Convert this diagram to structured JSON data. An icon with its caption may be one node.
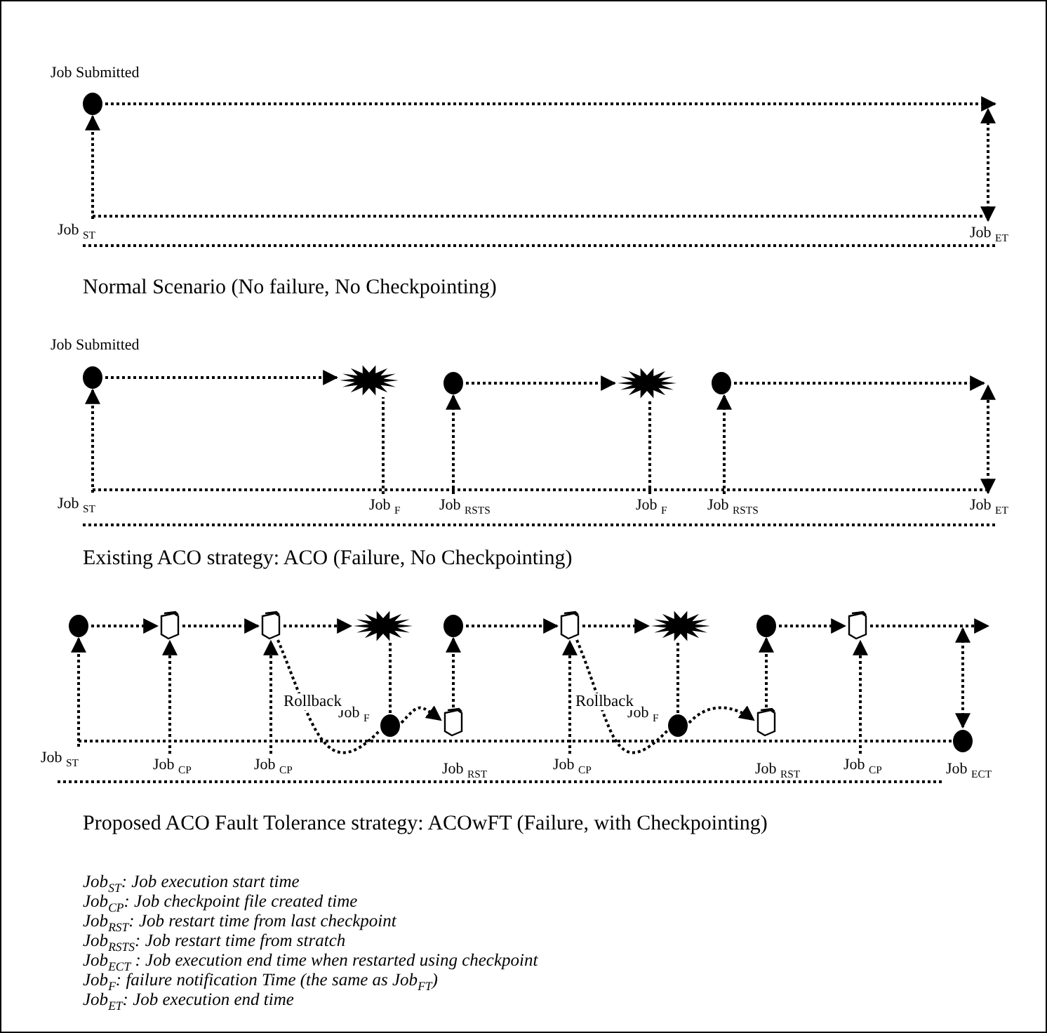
{
  "diagram": {
    "nodes": [
      {
        "text": [],
        "shape": "circle",
        "beside": [
          "Job Submitted"
        ]
      },
      {
        "text": [
          "Job $_{ST}$"
        ]
      },
      {
        "text": [
          "Job $_{ET}$"
        ]
      },
      {
        "text": [],
        "shape": "circle",
        "beside": [
          "Job Submitted"
        ]
      },
      {
        "text": [],
        "shape": "star"
      },
      {
        "text": [],
        "shape": "circle"
      },
      {
        "text": [],
        "shape": "star"
      },
      {
        "text": [],
        "shape": "circle"
      },
      {
        "text": [
          "Job $_{ST}$"
        ]
      },
      {
        "text": [
          "Job $_{F}$"
        ]
      },
      {
        "text": [
          "Job $_{RSTS}$"
        ]
      },
      {
        "text": [
          "Job $_{F}$"
        ]
      },
      {
        "text": [
          "Job $_{RSTS}$"
        ]
      },
      {
        "text": [
          "Job $_{ET}$"
        ]
      },
      {
        "text": [],
        "shape": "circle"
      },
      {
        "text": [],
        "shape": "document"
      },
      {
        "text": [],
        "shape": "document"
      },
      {
        "text": [],
        "shape": "star"
      },
      {
        "text": [],
        "shape": "circle"
      },
      {
        "text": [],
        "shape": "document"
      },
      {
        "text": [],
        "shape": "star"
      },
      {
        "text": [],
        "shape": "circle"
      },
      {
        "text": [],
        "shape": "document"
      },
      {
        "text": [
          "Job $_{ST}$"
        ]
      },
      {
        "text": [
          "Job $_{CP}$"
        ]
      },
      {
        "text": [
          "Job $_{CP}$"
        ]
      },
      {
        "text": [],
        "shape": "circle",
        "beside": [
          "Job $_{F}$"
        ]
      },
      {
        "text": [],
        "shape": "document",
        "beside": [
          "Job $_{RST}$"
        ]
      },
      {
        "text": [
          "Job $_{CP}$"
        ]
      },
      {
        "text": [],
        "shape": "circle",
        "beside": [
          "Job $_{F}$"
        ]
      },
      {
        "text": [],
        "shape": "document",
        "beside": [
          "Job $_{RST}$"
        ]
      },
      {
        "text": [
          "Job $_{CP}$"
        ]
      },
      {
        "text": [],
        "shape": "circle",
        "beside": [
          "Job $_{ECT}$"
        ]
      }
    ],
    "edges": [
      {
        "from": 0,
        "to": null,
        "arrow": "to"
      },
      {
        "from": 1,
        "to": 0,
        "arrow": "to"
      },
      {
        "from": 1,
        "to": 2,
        "arrow": "none"
      },
      {
        "from": 2,
        "to": null,
        "arrow": "both"
      },
      {
        "from": 3,
        "to": 4,
        "arrow": "to"
      },
      {
        "from": 5,
        "to": 6,
        "arrow": "to"
      },
      {
        "from": 7,
        "to": null,
        "arrow": "to"
      },
      {
        "from": 8,
        "to": 3,
        "arrow": "to"
      },
      {
        "from": 9,
        "to": 4,
        "arrow": "none"
      },
      {
        "from": 10,
        "to": 5,
        "arrow": "to"
      },
      {
        "from": 11,
        "to": 6,
        "arrow": "none"
      },
      {
        "from": 12,
        "to": 7,
        "arrow": "to"
      },
      {
        "from": 13,
        "to": null,
        "arrow": "both"
      },
      {
        "from": 8,
        "to": 13,
        "arrow": "none"
      },
      {
        "from": 14,
        "to": 15,
        "arrow": "to"
      },
      {
        "from": 15,
        "to": 16,
        "arrow": "to"
      },
      {
        "from": 16,
        "to": 17,
        "arrow": "to"
      },
      {
        "from": 18,
        "to": 19,
        "arrow": "to"
      },
      {
        "from": 19,
        "to": 20,
        "arrow": "to"
      },
      {
        "from": 21,
        "to": 22,
        "arrow": "to"
      },
      {
        "from": 22,
        "to": null,
        "arrow": "to"
      },
      {
        "from": 23,
        "to": 14,
        "arrow": "to"
      },
      {
        "from": 24,
        "to": 15,
        "arrow": "to"
      },
      {
        "from": 25,
        "to": 16,
        "arrow": "to"
      },
      {
        "from": 26,
        "to": 17,
        "arrow": "none"
      },
      {
        "from": 27,
        "to": 18,
        "arrow": "to"
      },
      {
        "from": 28,
        "to": 19,
        "arrow": "to"
      },
      {
        "from": 29,
        "to": 20,
        "arrow": "none"
      },
      {
        "from": 30,
        "to": 21,
        "arrow": "to"
      },
      {
        "from": 31,
        "to": 22,
        "arrow": "to"
      },
      {
        "from": 32,
        "to": null,
        "arrow": "both"
      },
      {
        "from": 16,
        "to": 26,
        "arrow": "none",
        "label": "Rollback"
      },
      {
        "from": 26,
        "to": 27,
        "arrow": "to"
      },
      {
        "from": 19,
        "to": 29,
        "arrow": "none",
        "label": "Rollback"
      },
      {
        "from": 29,
        "to": 30,
        "arrow": "to"
      },
      {
        "from": 23,
        "to": 32,
        "arrow": "none"
      }
    ],
    "labels": [
      "Normal Scenario (No failure, No Checkpointing)",
      "Existing ACO strategy: ACO (Failure, No Checkpointing)",
      "Proposed ACO Fault Tolerance strategy: ACOwFT (Failure, with Checkpointing)",
      "Job$_{ST}$: Job execution start time",
      "Job$_{CP}$: Job checkpoint file created time",
      "Job$_{RST}$: Job restart time from last checkpoint",
      "Job$_{RSTS}$: Job restart time from stratch",
      "Job$_{ECT}$ : Job execution end time when restarted using checkpoint",
      "Job$_{F}$: failure notification Time (the same as Job$_{FT}$)",
      "Job$_{ET}$: Job execution end time"
    ]
  }
}
